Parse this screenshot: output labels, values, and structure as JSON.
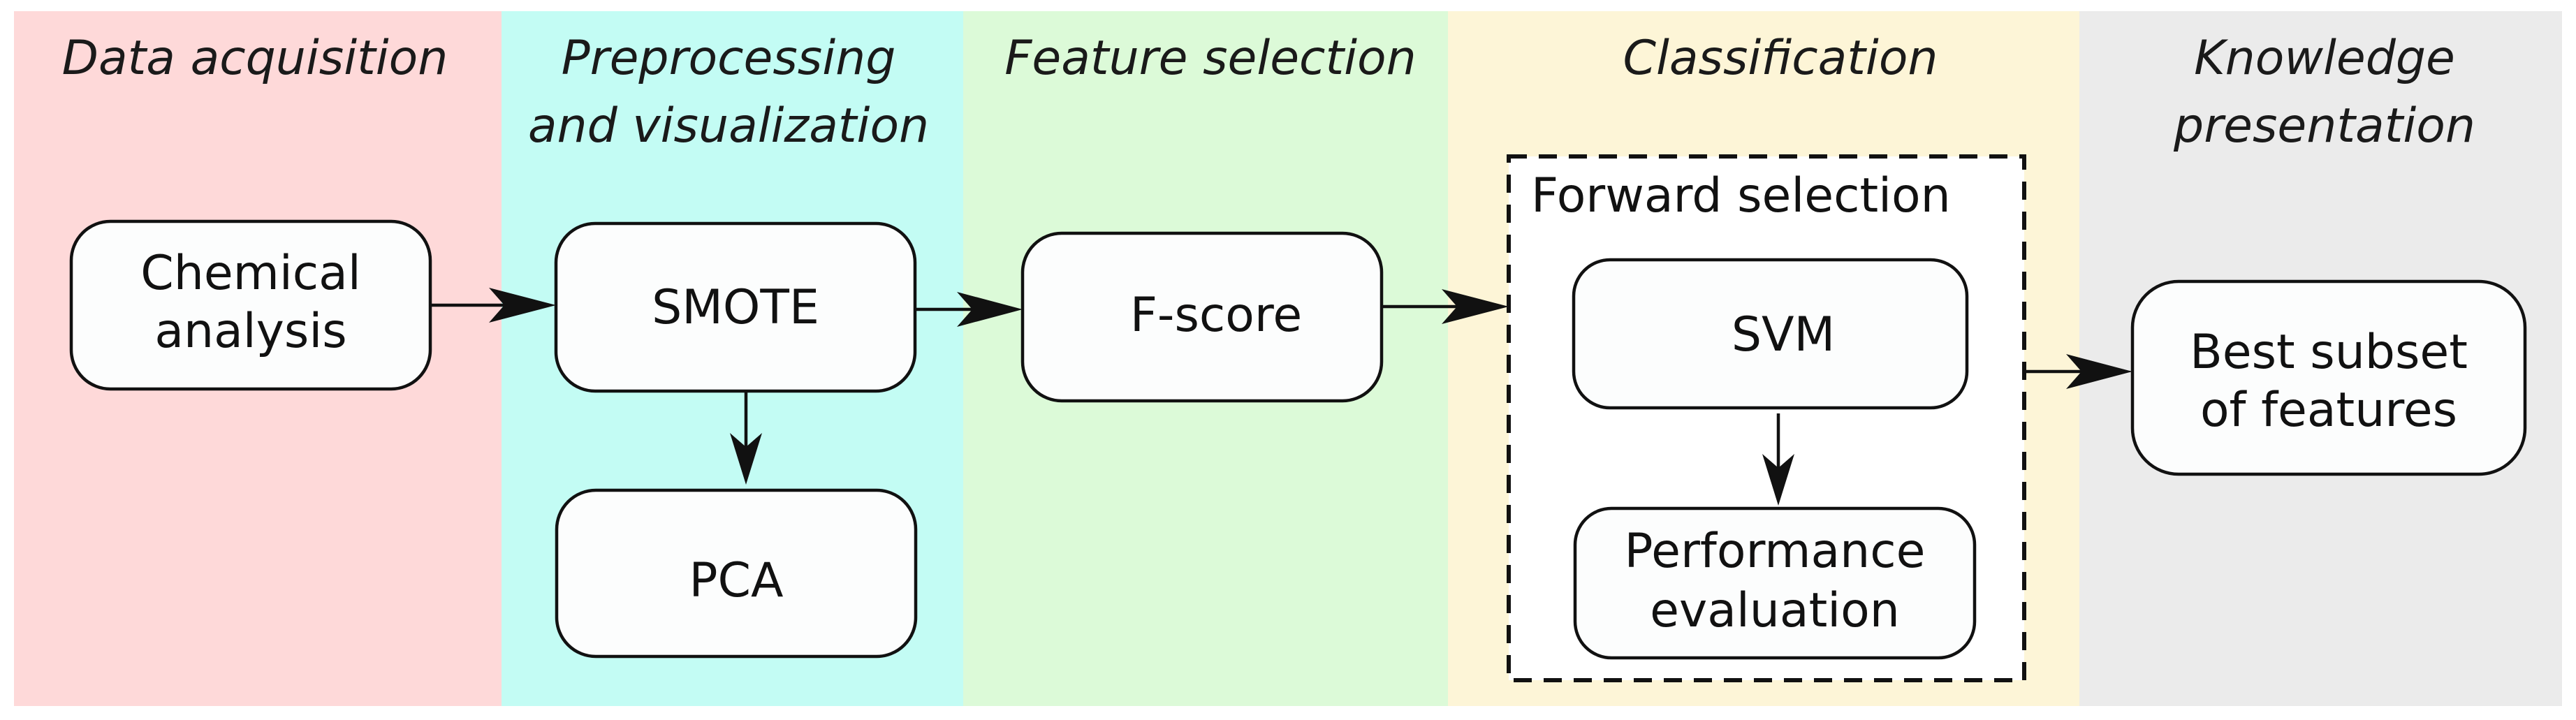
{
  "stages": [
    {
      "id": "data-acquisition",
      "title_lines": [
        "Data acquisition"
      ],
      "color": "#fed9d9"
    },
    {
      "id": "preprocessing",
      "title_lines": [
        "Preprocessing",
        "and visualization"
      ],
      "color": "#c3fcf4"
    },
    {
      "id": "feature-selection",
      "title_lines": [
        "Feature selection"
      ],
      "color": "#dcfad8"
    },
    {
      "id": "classification",
      "title_lines": [
        "Classification"
      ],
      "color": "#fdf5d7"
    },
    {
      "id": "knowledge-presentation",
      "title_lines": [
        "Knowledge",
        "presentation"
      ],
      "color": "#ebebeb"
    }
  ],
  "nodes": {
    "chemical_analysis": [
      "Chemical",
      "analysis"
    ],
    "smote": [
      "SMOTE"
    ],
    "pca": [
      "PCA"
    ],
    "fscore": [
      "F-score"
    ],
    "svm": [
      "SVM"
    ],
    "performance": [
      "Performance",
      "evaluation"
    ],
    "best_subset": [
      "Best subset",
      "of features"
    ]
  },
  "groups": {
    "forward_selection": "Forward selection"
  },
  "edges": [
    {
      "from": "Chemical analysis",
      "to": "SMOTE"
    },
    {
      "from": "SMOTE",
      "to": "PCA"
    },
    {
      "from": "SMOTE",
      "to": "F-score"
    },
    {
      "from": "F-score",
      "to": "Forward selection"
    },
    {
      "from": "SVM",
      "to": "Performance evaluation"
    },
    {
      "from": "Forward selection",
      "to": "Best subset of features"
    }
  ]
}
